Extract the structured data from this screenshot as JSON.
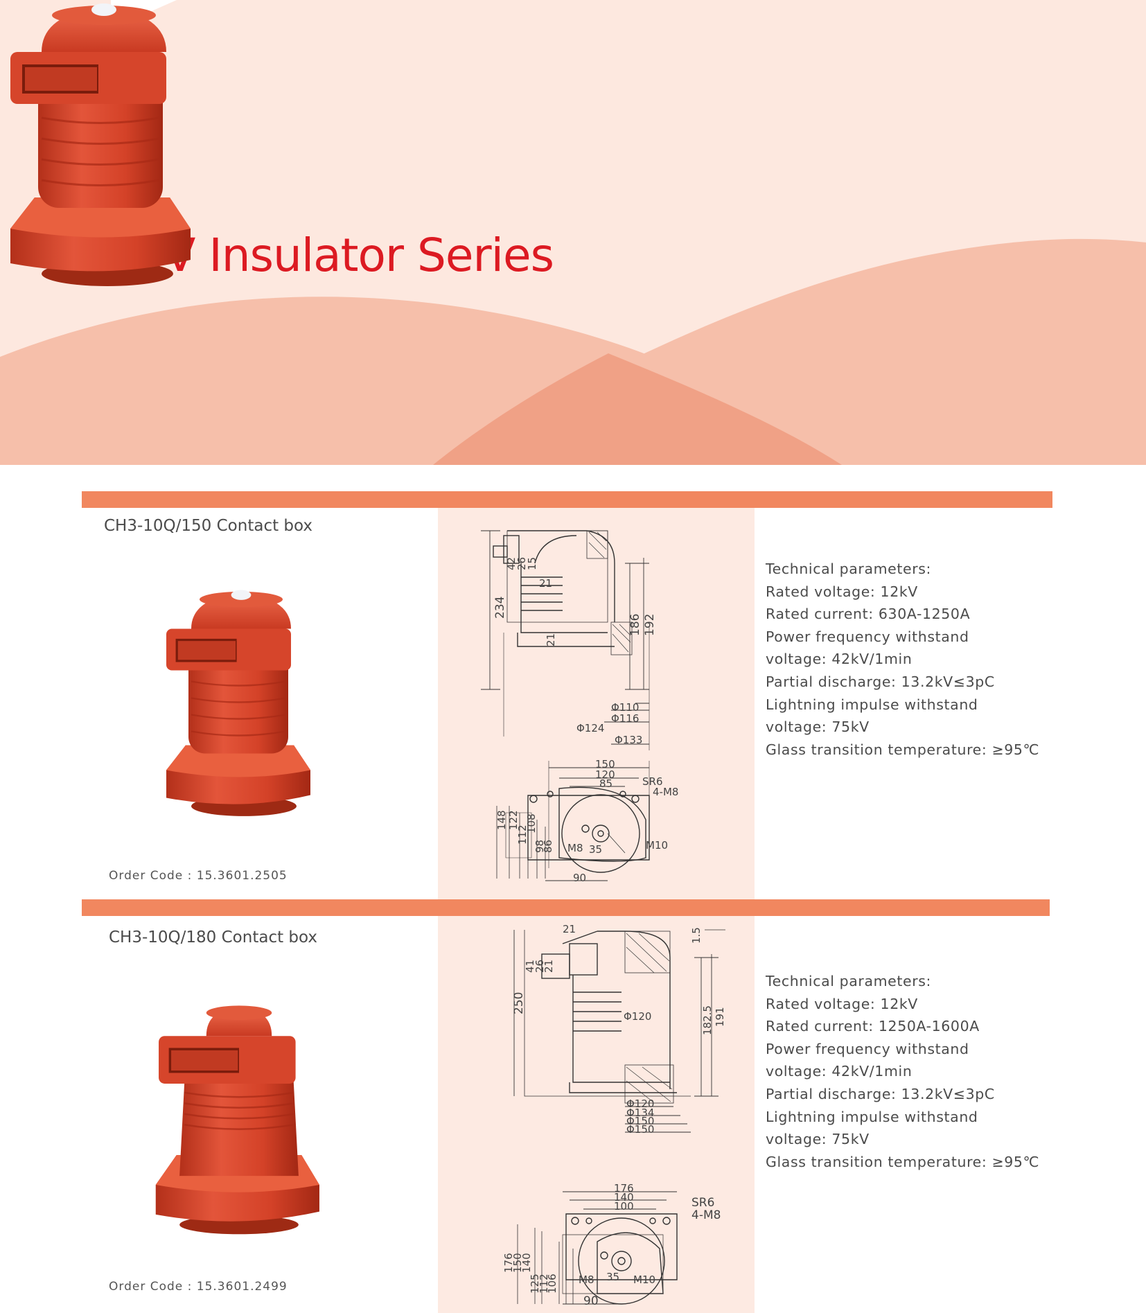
{
  "header": {
    "title": "12kV Insulator Series"
  },
  "colors": {
    "title_red": "#dc1a22",
    "bar_orange": "#f1875f",
    "panel_pink": "#fdeae2",
    "insulator_red": "#d9442a"
  },
  "products": [
    {
      "name": "CH3-10Q/150 Contact box",
      "order_code": "Order Code :  15.3601.2505",
      "parameters": [
        "Technical parameters:",
        "Rated voltage: 12kV",
        "Rated current: 630A-1250A",
        "Power frequency withstand",
        "voltage: 42kV/1min",
        "Partial discharge: 13.2kV≤3pC",
        "Lightning impulse withstand",
        "voltage: 75kV",
        "Glass transition temperature: ≥95℃"
      ],
      "drawing": {
        "side_dims": [
          "42",
          "26",
          "15",
          "21",
          "234",
          "21",
          "186",
          "192",
          "Φ110",
          "Φ116",
          "Φ124",
          "Φ133"
        ],
        "top_dims": [
          "150",
          "120",
          "85",
          "SR6",
          "4-M8",
          "148",
          "122",
          "112",
          "108",
          "98",
          "86",
          "M8",
          "35",
          "M10",
          "90"
        ]
      }
    },
    {
      "name": "CH3-10Q/180 Contact box",
      "order_code": "Order Code :  15.3601.2499",
      "parameters": [
        "Technical parameters:",
        "Rated voltage: 12kV",
        "Rated current: 1250A-1600A",
        "Power frequency withstand",
        "voltage: 42kV/1min",
        "Partial discharge: 13.2kV≤3pC",
        "Lightning impulse withstand",
        "voltage: 75kV",
        "Glass transition temperature: ≥95℃"
      ],
      "drawing": {
        "side_dims": [
          "21",
          "1.5",
          "41",
          "26",
          "21",
          "250",
          "Φ120",
          "182.5",
          "191",
          "Φ120",
          "Φ134",
          "Φ150",
          "Φ150"
        ],
        "top_dims": [
          "176",
          "140",
          "100",
          "SR6",
          "4-M8",
          "176",
          "150",
          "140",
          "125",
          "112",
          "106",
          "M8",
          "35",
          "M10",
          "90"
        ]
      }
    }
  ]
}
